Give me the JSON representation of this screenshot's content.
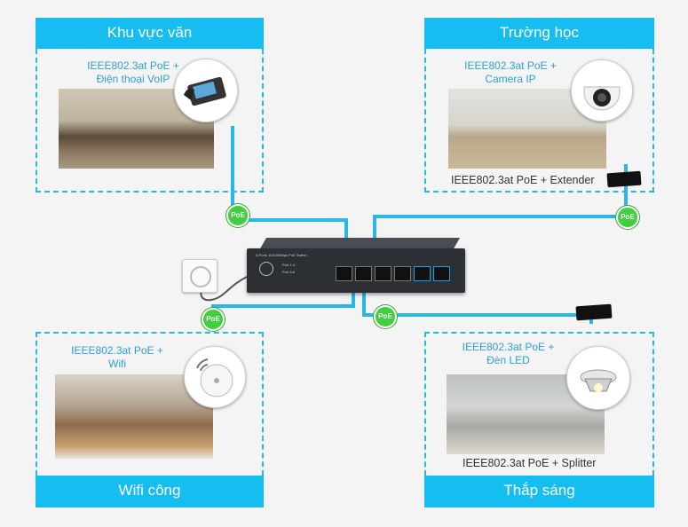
{
  "zones": {
    "office": {
      "title": "Khu vực văn",
      "caption": "IEEE802.3at PoE +\nĐiện thoại VoIP"
    },
    "school": {
      "title": "Trường học",
      "caption": "IEEE802.3at PoE +\nCamera IP",
      "sub_caption": "IEEE802.3at PoE + Extender"
    },
    "wifi": {
      "title": "Wifi công",
      "caption": "IEEE802.3at PoE +\nWifi"
    },
    "lighting": {
      "title": "Thắp sáng",
      "caption": "IEEE802.3at PoE +\nĐèn LED",
      "sub_caption": "IEEE802.3at PoE + Splitter"
    }
  },
  "poe_badge": "PoE",
  "switch": {
    "line1": "4-Ports 10/100Mbps PoE Switch",
    "port_label_1": "Port 1-4",
    "port_label_2": "Port 5-6"
  },
  "colors": {
    "accent": "#15bdf0",
    "poe_green": "#3fcf3f",
    "wire": "#29b6e8"
  }
}
